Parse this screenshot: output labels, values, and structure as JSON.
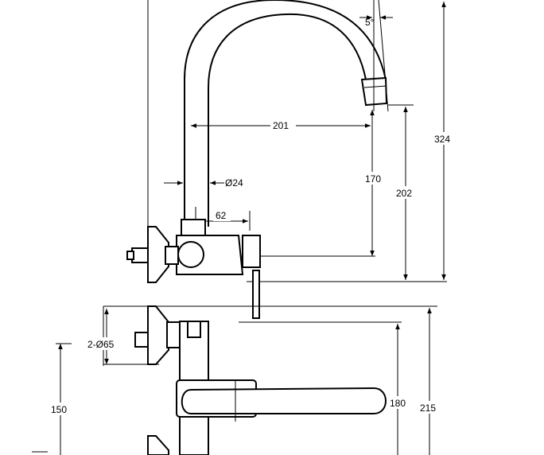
{
  "dimensions": {
    "spout_angle": "5°",
    "spout_reach": "201",
    "pipe_diameter": "Ø24",
    "body_offset": "62",
    "spout_height": "170",
    "outlet_height": "202",
    "total_height": "324",
    "inlet_diameter": "2-Ø65",
    "inlet_height": "150",
    "handle_length": "180",
    "total_length": "215"
  },
  "colors": {
    "line": "#000000",
    "background": "#ffffff"
  }
}
